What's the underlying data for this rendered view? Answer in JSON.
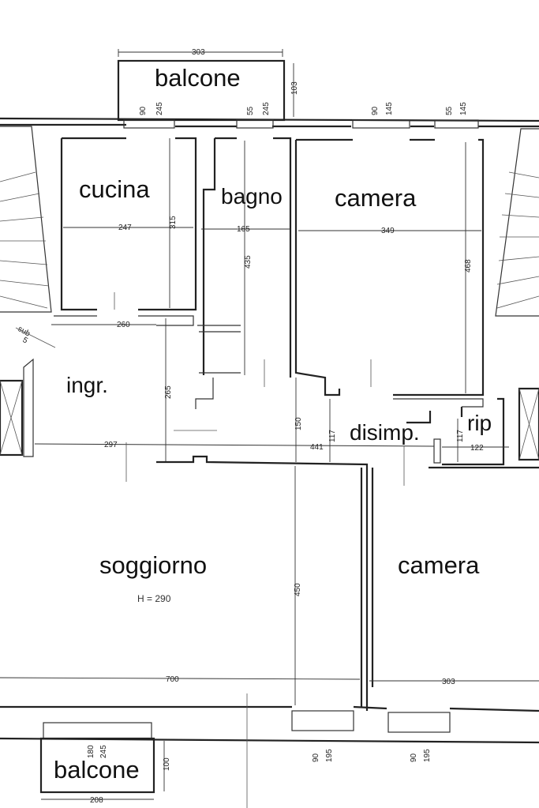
{
  "rooms": {
    "balcone_top": "balcone",
    "cucina": "cucina",
    "bagno": "bagno",
    "camera_top": "camera",
    "ingr": "ingr.",
    "disimp": "disimp.",
    "rip": "rip",
    "soggiorno": "soggiorno",
    "camera_bottom": "camera",
    "balcone_bottom": "balcone"
  },
  "height_note": "H = 290",
  "stairs_label": {
    "line1": "sub",
    "line2": "5"
  },
  "dimensions": {
    "balcone_top_width": "303",
    "balcone_top_depth": "103",
    "win_cucina_w": "90",
    "win_cucina_h": "245",
    "win_bagno_w": "55",
    "win_bagno_h": "245",
    "win_camera_w": "90",
    "win_camera_h": "145",
    "win_camera2_w": "55",
    "win_camera2_h": "145",
    "cucina_width": "247",
    "cucina_depth": "315",
    "bagno_width": "165",
    "bagno_depth": "435",
    "camera_width": "349",
    "camera_depth": "468",
    "ingr_width": "260",
    "ingr_depth": "265",
    "hall_width": "297",
    "disimp_length": "441",
    "disimp_h1": "150",
    "disimp_h2": "117",
    "rip_h": "117",
    "rip_width": "122",
    "soggiorno_depth": "450",
    "soggiorno_width": "700",
    "camera_bottom_width": "303",
    "win_sogg_w": "180",
    "win_sogg_h": "245",
    "balcone_bottom_depth": "100",
    "balcone_bottom_width": "208",
    "win_b1_w": "90",
    "win_b1_h": "195",
    "win_b2_w": "90",
    "win_b2_h": "195"
  }
}
